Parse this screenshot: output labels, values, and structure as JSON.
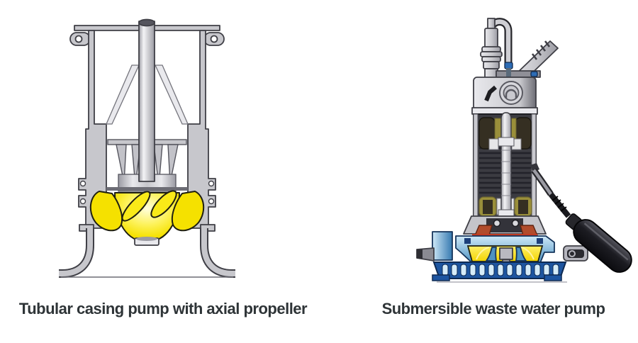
{
  "figures": {
    "left": {
      "name": "tubular-casing-pump",
      "caption": "Tubular casing pump with axial propeller"
    },
    "right": {
      "name": "submersible-pump",
      "caption": "Submersible waste water pump"
    }
  },
  "colors": {
    "background": "#ffffff",
    "caption_text": "#2e3437",
    "outline_dark": "#3f3f46",
    "outline_mid": "#74747c",
    "metal_light": "#e9e9ed",
    "metal_mid": "#c7c7cc",
    "metal_dark": "#9b9ba3",
    "steel_shadow": "#6d6d75",
    "propeller_yellow": "#f5e100",
    "propeller_glow": "#ffffdf",
    "propeller_outline": "#1f1f10",
    "stator_dark": "#3b3b41",
    "stator_rib": "#23232a",
    "winding_olive": "#9a8f3a",
    "winding_mesh": "#352f22",
    "seal_orange": "#b14c2c",
    "seal_red": "#c23b22",
    "volute_blue_light": "#cfe9f8",
    "volute_blue": "#4d92c2",
    "volute_blue_dark": "#1d55a0",
    "strainer_slot": "#d6ecf8",
    "impeller_yellow": "#f2d400",
    "bolt_blue": "#2d6cb5",
    "cable_dark": "#26262b",
    "float_dark": "#0c0c10",
    "float_sheen": "#55555e"
  }
}
